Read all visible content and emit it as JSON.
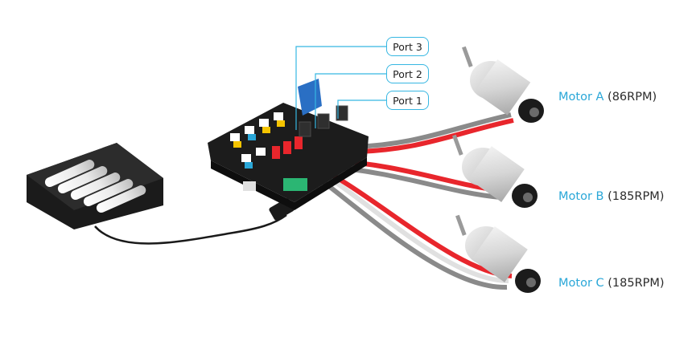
{
  "ports": [
    {
      "label": "Port 3"
    },
    {
      "label": "Port 2"
    },
    {
      "label": "Port 1"
    }
  ],
  "motors": [
    {
      "name": "Motor A",
      "rpm": "(86RPM)"
    },
    {
      "name": "Motor B",
      "rpm": "(185RPM)"
    },
    {
      "name": "Motor C",
      "rpm": "(185RPM)"
    }
  ],
  "colors": {
    "accent": "#36b7e2",
    "cable_red": "#e8262c",
    "cable_grey": "#8a8a8a",
    "board": "#1c1c1c",
    "motor_body": "#d9d9d9"
  }
}
